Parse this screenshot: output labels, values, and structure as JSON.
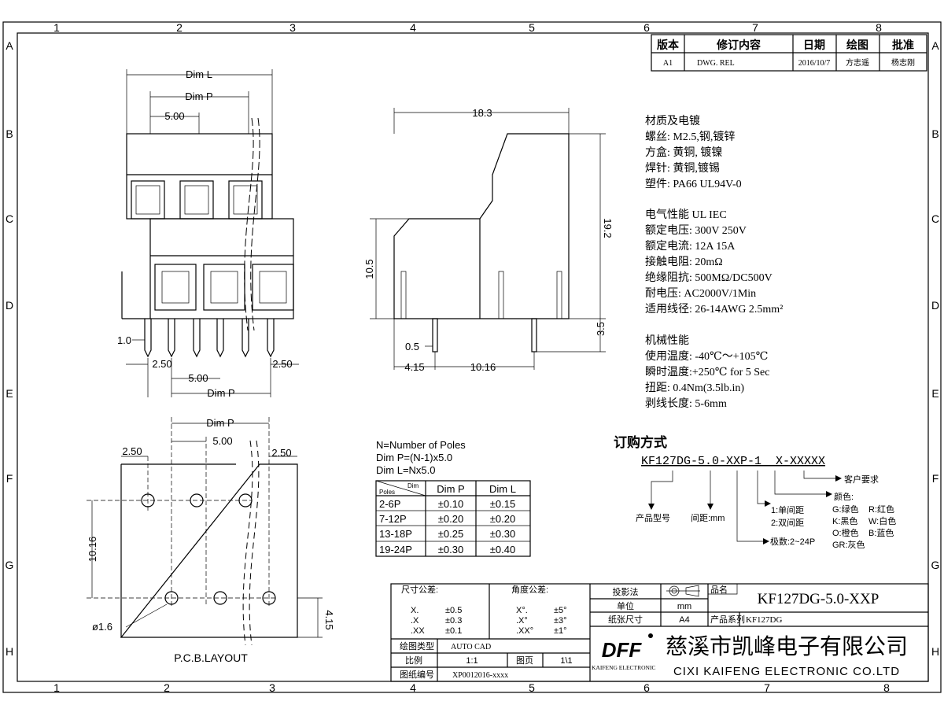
{
  "zones": {
    "cols": [
      "1",
      "2",
      "3",
      "4",
      "5",
      "6",
      "7",
      "8"
    ],
    "rows": [
      "A",
      "B",
      "C",
      "D",
      "E",
      "F",
      "G",
      "H"
    ]
  },
  "revision": {
    "headers": [
      "版本",
      "修订内容",
      "日期",
      "绘图",
      "批准"
    ],
    "row": [
      "A1",
      "DWG. REL",
      "2016/10/7",
      "方志遥",
      "杨志刚"
    ]
  },
  "front_view": {
    "dim_l": "Dim L",
    "dim_p": "Dim P",
    "pitch": "5.00",
    "pin_w": "1.0",
    "left_off": "2.50",
    "pitch_bottom": "5.00",
    "dim_p_bottom": "Dim P",
    "right_off": "2.50"
  },
  "side_view": {
    "width": "18.3",
    "height": "19.2",
    "body_h": "10.5",
    "pin_len": "3.5",
    "pin_w": "0.5",
    "pin_off": "4.15",
    "pin_span": "10.16"
  },
  "pcb": {
    "dim_p": "Dim P",
    "pitch": "5.00",
    "left_off": "2.50",
    "right_off": "2.50",
    "row_span": "10.16",
    "edge": "4.15",
    "hole": "ø1.6",
    "title": "P.C.B.LAYOUT"
  },
  "formula": {
    "lines": [
      "N=Number of Poles",
      "Dim P=(N-1)x5.0",
      "Dim L=Nx5.0"
    ],
    "table": {
      "corner_top": "Dim",
      "corner_bottom": "Poles",
      "headers": [
        "Dim P",
        "Dim L"
      ],
      "rows": [
        [
          "2-6P",
          "±0.10",
          "±0.15"
        ],
        [
          "7-12P",
          "±0.20",
          "±0.20"
        ],
        [
          "13-18P",
          "±0.25",
          "±0.30"
        ],
        [
          "19-24P",
          "±0.30",
          "±0.40"
        ]
      ]
    }
  },
  "specs": {
    "lines": [
      "材质及电镀",
      "  螺丝: M2.5,钢,镀锌",
      "  方盒: 黄铜, 镀镍",
      "  焊针: 黄铜,镀锡",
      "  塑件: PA66 UL94V-0",
      "",
      "电气性能      UL          IEC",
      "   额定电压: 300V        250V",
      "   额定电流: 12A         15A",
      "   接触电阻: 20mΩ",
      "   绝缘阻抗: 500MΩ/DC500V",
      "   耐电压: AC2000V/1Min",
      "   适用线径: 26-14AWG 2.5mm²",
      "",
      "机械性能",
      "   使用温度: -40℃～+105℃",
      "   瞬时温度:+250℃ for 5 Sec",
      "   扭距: 0.4Nm(3.5lb.in)",
      "   剥线长度: 5-6mm"
    ]
  },
  "ordering": {
    "title": "订购方式",
    "code": "KF127DG-5.0-XXP-1  X-XXXXX",
    "model": "产品型号",
    "pitch": "间距:mm",
    "poles": "极数:2~24P",
    "spacing1": "1:单间距",
    "spacing2": "2:双间距",
    "customer": "客户要求",
    "color_title": "颜色:",
    "colors": [
      "G:绿色",
      "R:红色",
      "K:黑色",
      "W:白色",
      "O:橙色",
      "B:蓝色",
      "GR:灰色"
    ]
  },
  "title_block": {
    "dim_tol": "尺寸公差:",
    "ang_tol": "角度公差:",
    "tol_rows": [
      [
        "X.",
        "±0.5",
        "X°.",
        "±5°"
      ],
      [
        ".X",
        "±0.3",
        ".X°",
        "±3°"
      ],
      [
        ".XX",
        "±0.1",
        ".XX°",
        "±1°"
      ]
    ],
    "draw_type_label": "绘图类型",
    "draw_type": "AUTO CAD",
    "scale_label": "比例",
    "scale": "1:1",
    "page_label": "图页",
    "page": "1\\1",
    "dwg_no_label": "图纸编号",
    "dwg_no": "XP0012016-xxxx",
    "projection_label": "投影法",
    "unit_label": "单位",
    "unit": "mm",
    "paper_label": "纸张尺寸",
    "paper": "A4",
    "name_label": "品名",
    "name": "KF127DG-5.0-XXP",
    "series_label": "产品系列",
    "series": "KF127DG",
    "logo": "DFF",
    "company_en_small": "KAIFENG ELECTRONIC",
    "company_cn": "慈溪市凯峰电子有限公司",
    "company_en": "CIXI KAIFENG ELECTRONIC CO.LTD"
  }
}
